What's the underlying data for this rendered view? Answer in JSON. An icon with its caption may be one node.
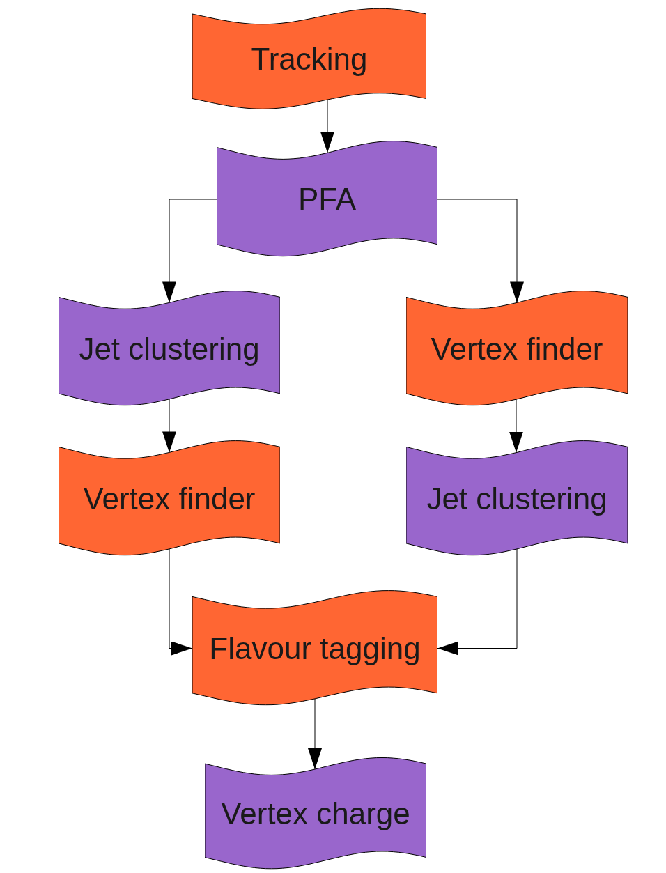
{
  "diagram": {
    "nodes": [
      {
        "text": [
          "Tracking"
        ]
      },
      {
        "text": [
          "PFA"
        ]
      },
      {
        "text": [
          "Jet clustering"
        ]
      },
      {
        "text": [
          "Vertex finder"
        ]
      },
      {
        "text": [
          "Vertex finder"
        ]
      },
      {
        "text": [
          "Jet clustering"
        ]
      },
      {
        "text": [
          "Flavour tagging"
        ]
      },
      {
        "text": [
          "Vertex charge"
        ]
      }
    ],
    "edges": [
      {
        "from": 0,
        "to": 1,
        "arrow": "to"
      },
      {
        "from": 1,
        "to": 2,
        "arrow": "to"
      },
      {
        "from": 1,
        "to": 4,
        "arrow": "to"
      },
      {
        "from": 2,
        "to": 3,
        "arrow": "to"
      },
      {
        "from": 4,
        "to": 5,
        "arrow": "to"
      },
      {
        "from": 3,
        "to": 6,
        "arrow": "to"
      },
      {
        "from": 5,
        "to": 6,
        "arrow": "to"
      },
      {
        "from": 6,
        "to": 7,
        "arrow": "to"
      }
    ]
  }
}
